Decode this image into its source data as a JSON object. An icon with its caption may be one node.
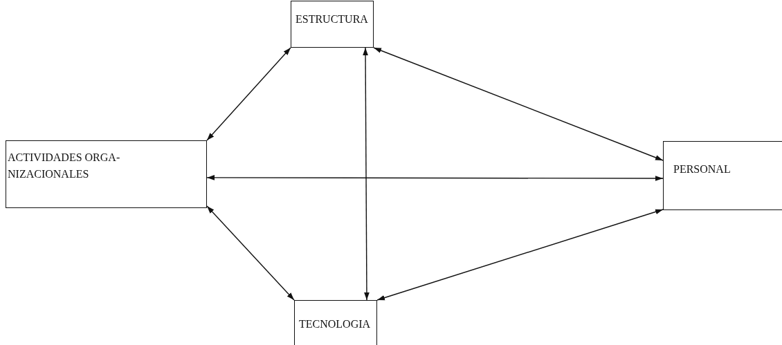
{
  "diagram": {
    "nodes": [
      {
        "text": [
          "ESTRUCTURA"
        ]
      },
      {
        "text": [
          "ACTIVIDADES ORGA- NIZACIONALES"
        ]
      },
      {
        "text": [
          "PERSONAL"
        ]
      },
      {
        "text": [
          "TECNOLOGIA"
        ]
      }
    ],
    "edges": [
      {
        "from": 0,
        "to": 1,
        "arrow": "both"
      },
      {
        "from": 0,
        "to": 2,
        "arrow": "both"
      },
      {
        "from": 0,
        "to": 3,
        "arrow": "both"
      },
      {
        "from": 1,
        "to": 2,
        "arrow": "both"
      },
      {
        "from": 1,
        "to": 3,
        "arrow": "both"
      },
      {
        "from": 2,
        "to": 3,
        "arrow": "both"
      }
    ]
  }
}
